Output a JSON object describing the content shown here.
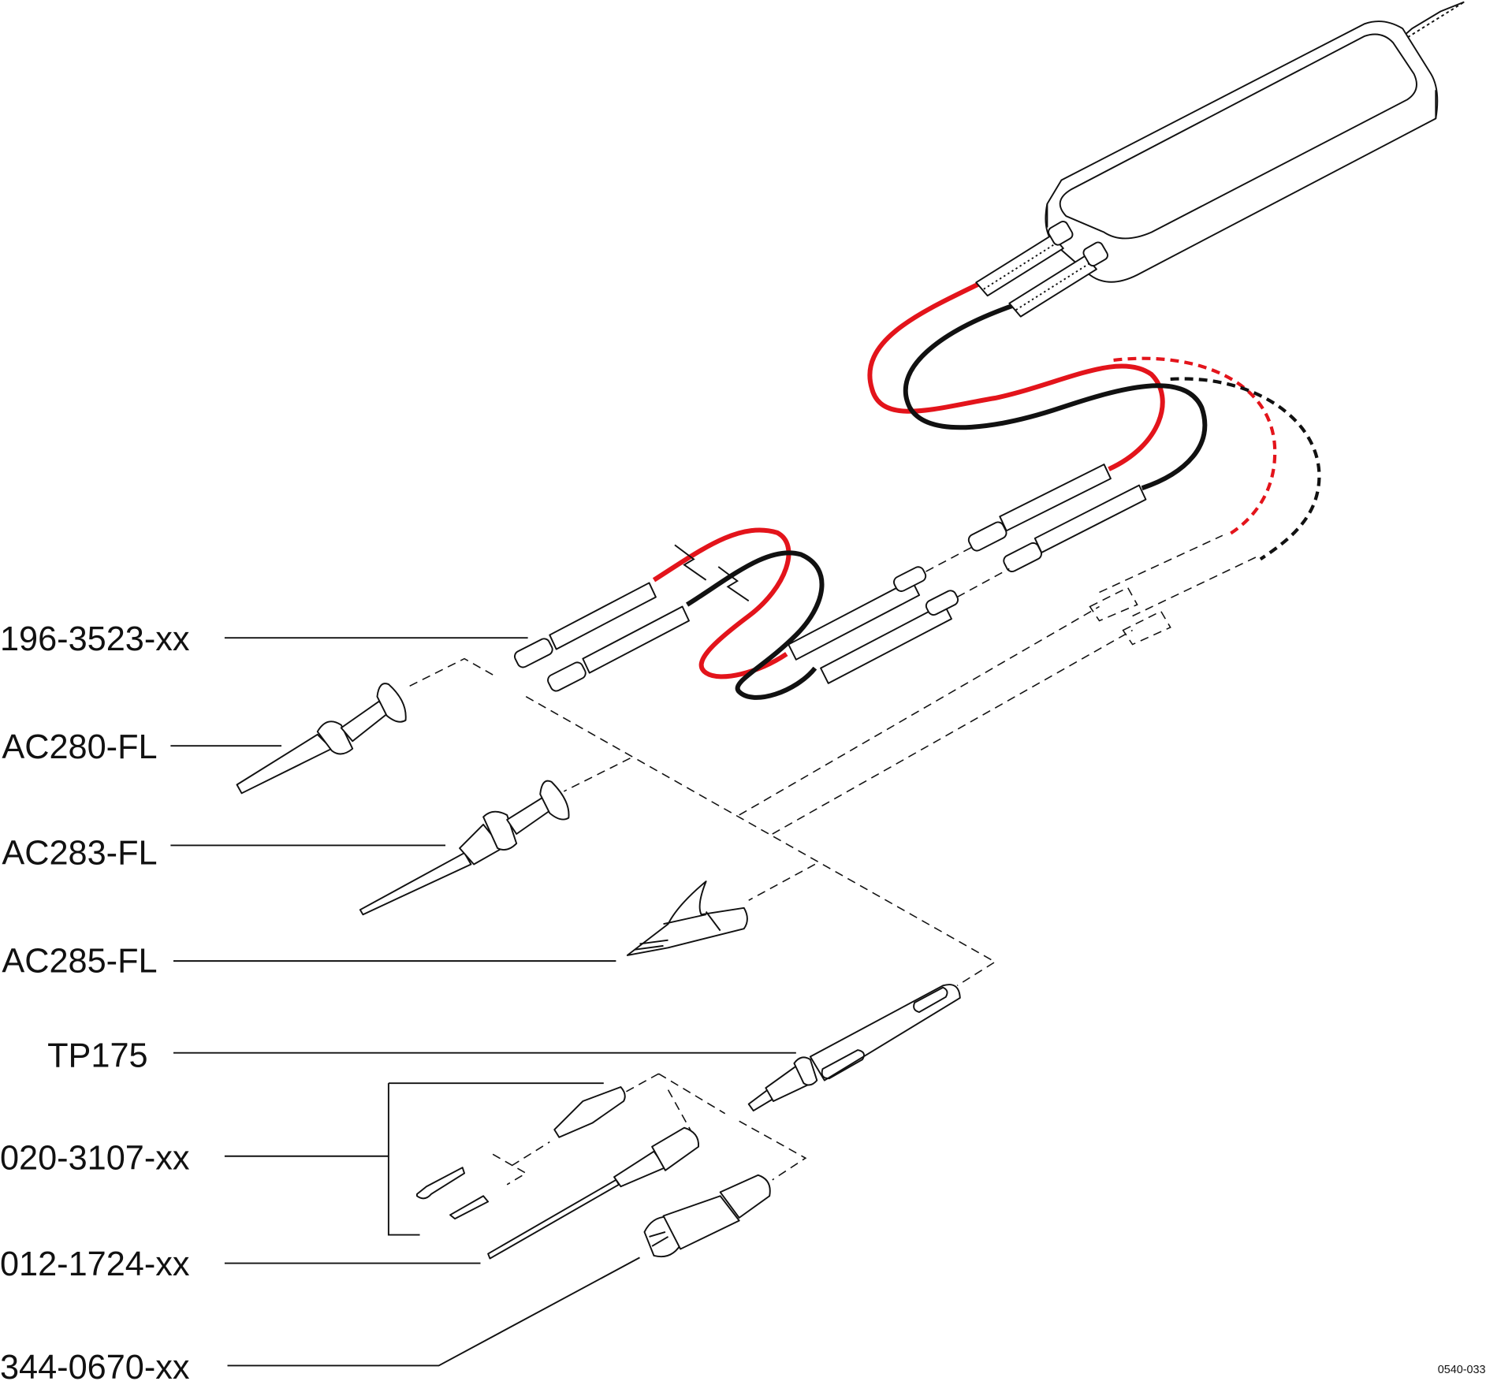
{
  "diagram": {
    "figure_code": "0540-033",
    "colors": {
      "red_lead": "#e3141b",
      "black_lead": "#111111",
      "outline": "#111111"
    },
    "callouts": [
      {
        "id": "leads",
        "label": "196-3523-xx"
      },
      {
        "id": "hook-tip",
        "label": "AC280-FL"
      },
      {
        "id": "needle-hook",
        "label": "AC283-FL"
      },
      {
        "id": "alligator-clip",
        "label": "AC285-FL"
      },
      {
        "id": "test-probe",
        "label": "TP175"
      },
      {
        "id": "tip-adapters",
        "label": "020-3107-xx"
      },
      {
        "id": "long-tip",
        "label": "012-1724-xx"
      },
      {
        "id": "shroud",
        "label": "344-0670-xx"
      }
    ]
  }
}
